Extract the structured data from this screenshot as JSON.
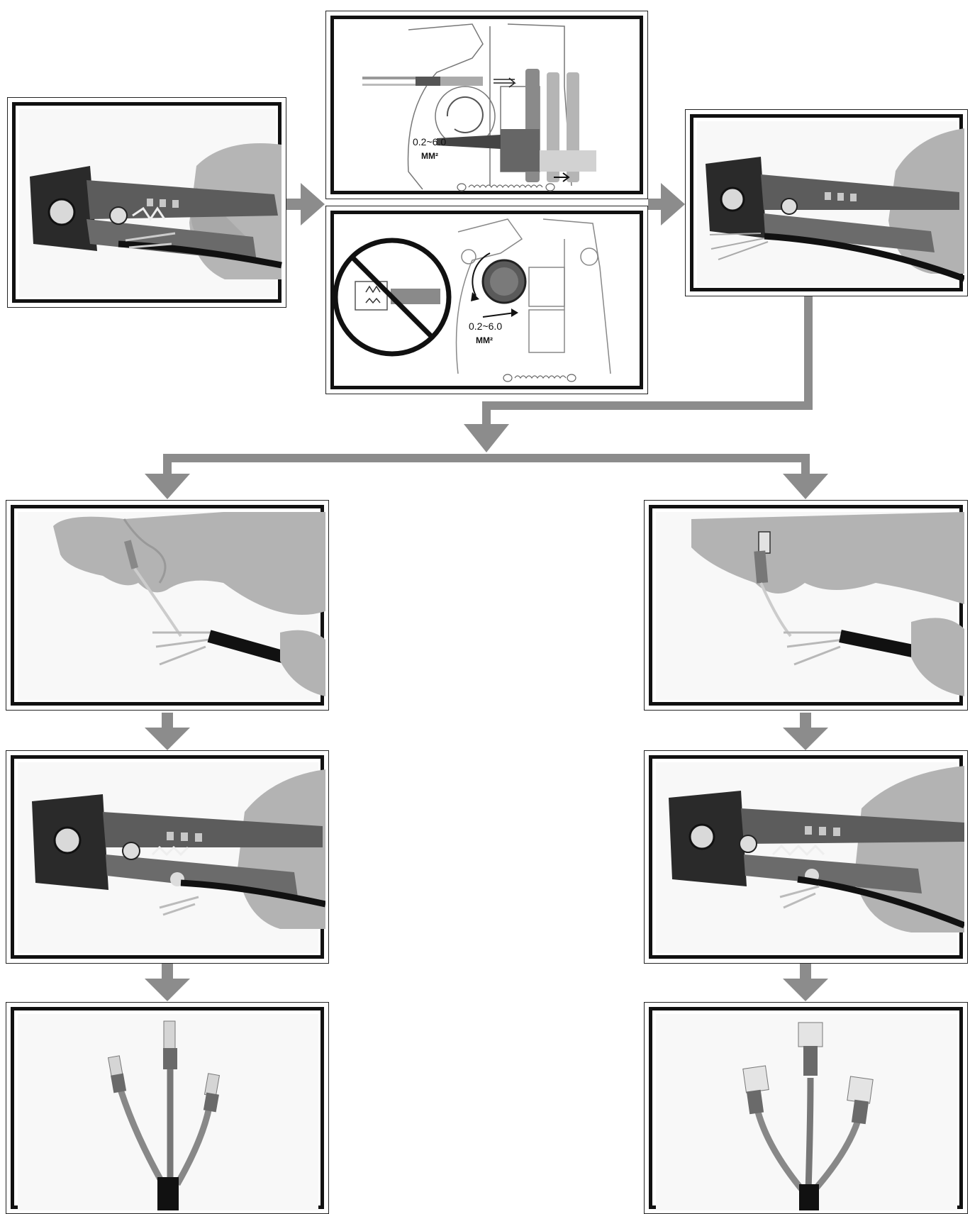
{
  "diagram": {
    "arrow_color": "#8c8c8c",
    "line_color": "#444444",
    "frame_color": "#111111",
    "panels": [
      {
        "id": "step-1-tool-strip",
        "content": "hand holding wire stripper with cable",
        "icon": "wire-stripper-photo-icon"
      },
      {
        "id": "step-2a-length-adjust",
        "content": "strip length diagram",
        "icon": "strip-length-diagram-icon",
        "range_label": "0.2~6.0",
        "unit_label": "MM²"
      },
      {
        "id": "step-2b-dial-adjust",
        "content": "adjustment dial diagram with prohibition sign",
        "icon": "adjust-dial-diagram-icon",
        "range_label": "0.2~6.0",
        "unit_label": "MM²"
      },
      {
        "id": "step-3-stripped",
        "content": "stripper holding stripped cable",
        "icon": "wire-stripper-photo-icon"
      },
      {
        "id": "left-insert-ferrule",
        "content": "hand fitting ferrule on wire",
        "icon": "hand-ferrule-photo-icon"
      },
      {
        "id": "left-crimp",
        "content": "crimping ferrule with tool",
        "icon": "crimp-photo-icon"
      },
      {
        "id": "left-result",
        "content": "cable with three crimped ferrules",
        "icon": "ferrule-result-icon"
      },
      {
        "id": "right-insert-terminal",
        "content": "hand fitting terminal on wire",
        "icon": "hand-terminal-photo-icon"
      },
      {
        "id": "right-crimp",
        "content": "crimping terminal with tool",
        "icon": "crimp-photo-icon"
      },
      {
        "id": "right-result",
        "content": "cable with three crimped spade terminals",
        "icon": "terminal-result-icon"
      }
    ]
  }
}
